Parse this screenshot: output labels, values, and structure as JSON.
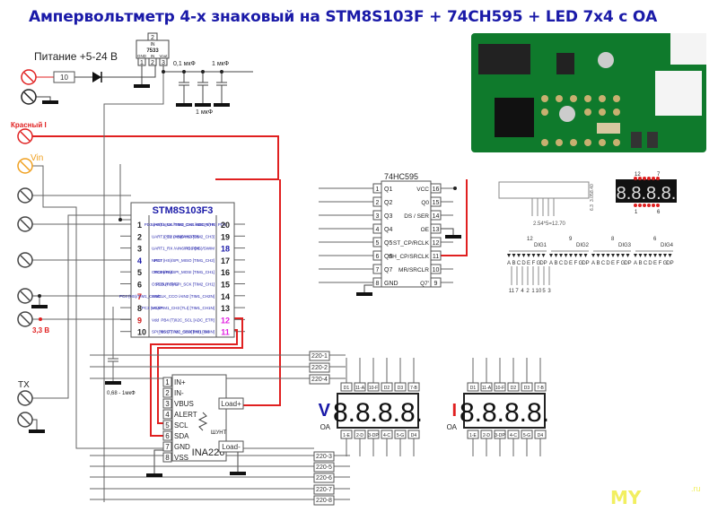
{
  "title": "Ампервольтметр 4-х знаковый на STM8S103F + 74CH595 + LED 7x4 с ОА",
  "colors": {
    "title": "#1a1aa8",
    "red_wire": "#e02020",
    "vin": "#f0a020",
    "wire": "#555555",
    "pin_blue": "#1a1aa8",
    "pin_red": "#d01818",
    "pin_magenta": "#e020e0",
    "pcb": "#0f7a2c",
    "watermark": "#f2ef60"
  },
  "power": {
    "label": "Питание +5-24 В",
    "resistor": "10",
    "regulator": {
      "name": "7533",
      "top_pin": "2",
      "top_label": "IN",
      "pins": [
        {
          "num": "1",
          "label": "GND"
        },
        {
          "num": "2",
          "label": "IN"
        },
        {
          "num": "3",
          "label": "Vout"
        }
      ]
    },
    "caps": [
      "0,1 мкФ",
      "1 мкФ",
      "1 мкФ"
    ]
  },
  "terminals": {
    "red_i": "Красный I",
    "vin": "Vin",
    "v33": "3,3 В",
    "tx": "TX"
  },
  "mcu": {
    "name": "STM8S103F3",
    "left_pins": [
      {
        "num": "1",
        "func": "UART1_CK /TIM2_CH1 /BEEP/(HS) PD4",
        "color": "normal"
      },
      {
        "num": "2",
        "func": "UART1_TX /AIN5/HS PD5",
        "color": "normal"
      },
      {
        "num": "3",
        "func": "UART1_RX /AIN6/HS PD6",
        "color": "normal"
      },
      {
        "num": "4",
        "func": "NRST",
        "color": "blue"
      },
      {
        "num": "5",
        "func": "OSCIN/PA1",
        "color": "normal"
      },
      {
        "num": "6",
        "func": "OSCOUT /PA2",
        "color": "normal"
      },
      {
        "num": "7",
        "func": "GND",
        "color": "red"
      },
      {
        "num": "8",
        "func": "VCAP",
        "color": "normal"
      },
      {
        "num": "9",
        "func": "Vdd",
        "color": "red"
      },
      {
        "num": "10",
        "func": "SPI_NSS/ TIM2_CH3/ (HS) PA3",
        "color": "normal"
      }
    ],
    "right_pins": [
      {
        "num": "20",
        "func": "PD3 (HS)/AIN4 /TIM2_CH2 /ADC_ETR",
        "color": "normal"
      },
      {
        "num": "19",
        "func": "PD2 (HS)/AIN3 [TIM2_CH3]",
        "color": "normal"
      },
      {
        "num": "18",
        "func": "PD1 (HS)/SWIM",
        "color": "blue"
      },
      {
        "num": "17",
        "func": "PC7 (HS)/SPI_MISO [TIM1_CH2]",
        "color": "normal"
      },
      {
        "num": "16",
        "func": "PC6 (HS)/SPI_MOSI [TIM1_CH1]",
        "color": "normal"
      },
      {
        "num": "15",
        "func": "PC5 (HS)/SPI_SCK [TIM2_CH1]",
        "color": "normal"
      },
      {
        "num": "14",
        "func": "PC4 (HS)/TIM1_CH4/CLK_CCO /AIN2 [TIM1_CH2N]",
        "color": "normal"
      },
      {
        "num": "13",
        "func": "PC3 (HS)/TIM1_CH3 [TLI] [TIM1_CH1N]",
        "color": "normal"
      },
      {
        "num": "12",
        "func": "PB4 (T)/I2C_SCL [ADC_ETR]",
        "color": "magenta"
      },
      {
        "num": "11",
        "func": "PB5 (T) /I2C_SDA[TIM1_BKIN]",
        "color": "magenta"
      }
    ],
    "vcap": "0,68 - 1мкФ"
  },
  "shift_register": {
    "name": "74HC595",
    "left_pins": [
      {
        "num": "1",
        "label": "Q1"
      },
      {
        "num": "2",
        "label": "Q2"
      },
      {
        "num": "3",
        "label": "Q3"
      },
      {
        "num": "4",
        "label": "Q4"
      },
      {
        "num": "5",
        "label": "Q5"
      },
      {
        "num": "6",
        "label": "Q6"
      },
      {
        "num": "7",
        "label": "Q7"
      },
      {
        "num": "8",
        "label": "GND"
      }
    ],
    "right_pins": [
      {
        "num": "16",
        "label": "VCC"
      },
      {
        "num": "15",
        "label": "Q0"
      },
      {
        "num": "14",
        "label": "DS / SER"
      },
      {
        "num": "13",
        "label": "OE"
      },
      {
        "num": "12",
        "label": "ST_CP/RCLK"
      },
      {
        "num": "11",
        "label": "SH_CP/SRCLK"
      },
      {
        "num": "10",
        "label": "MR/SRCLR"
      },
      {
        "num": "9",
        "label": "Q7'"
      }
    ]
  },
  "ina226": {
    "name": "INA226",
    "pins": [
      {
        "num": "1",
        "label": "IN+"
      },
      {
        "num": "2",
        "label": "IN-"
      },
      {
        "num": "3",
        "label": "VBUS"
      },
      {
        "num": "4",
        "label": "ALERT"
      },
      {
        "num": "5",
        "label": "SCL"
      },
      {
        "num": "6",
        "label": "SDA"
      },
      {
        "num": "7",
        "label": "GND"
      },
      {
        "num": "8",
        "label": "VSS"
      }
    ],
    "shunt": "ШУНТ",
    "load_plus": "Load+",
    "load_minus": "Load-"
  },
  "resistors": [
    "220-1",
    "220-2",
    "220-4",
    "220-3",
    "220-5",
    "220-6",
    "220-7",
    "220-8"
  ],
  "displays": [
    {
      "id": "voltage",
      "symbol": "V",
      "type": "ОА",
      "digits": "8.8.8.8.",
      "top_pins": [
        "D1",
        "11-A",
        "10-F",
        "D2",
        "D3",
        "7-B"
      ],
      "bottom_pins": [
        "1-E",
        "2-D",
        "3-DP",
        "4-C",
        "5-G",
        "D4"
      ]
    },
    {
      "id": "current",
      "symbol": "I",
      "type": "ОА",
      "digits": "8.8.8.8.",
      "top_pins": [
        "D1",
        "11-A",
        "10-F",
        "D2",
        "D3",
        "7-B"
      ],
      "bottom_pins": [
        "1-E",
        "2-D",
        "3-DP",
        "4-C",
        "5-G",
        "D4"
      ]
    }
  ],
  "datasheet": {
    "dimension": "2.54*5=12.70",
    "side_dims": [
      "8.40",
      "3.05",
      "6.3"
    ],
    "pin_top": [
      "12",
      "7"
    ],
    "pin_bottom": [
      "1",
      "6"
    ],
    "digit_groups": [
      {
        "name": "DIG1",
        "pin": "12"
      },
      {
        "name": "DIG2",
        "pin": "9"
      },
      {
        "name": "DIG3",
        "pin": "8"
      },
      {
        "name": "DIG4",
        "pin": "6"
      }
    ],
    "segments": [
      "A",
      "B",
      "C",
      "D",
      "E",
      "F",
      "G",
      "DP"
    ],
    "segment_pins": [
      "11",
      "7",
      "4",
      "2",
      "1",
      "10",
      "5",
      "3"
    ]
  },
  "watermark": {
    "text": "MY",
    "suffix": ".ru"
  }
}
